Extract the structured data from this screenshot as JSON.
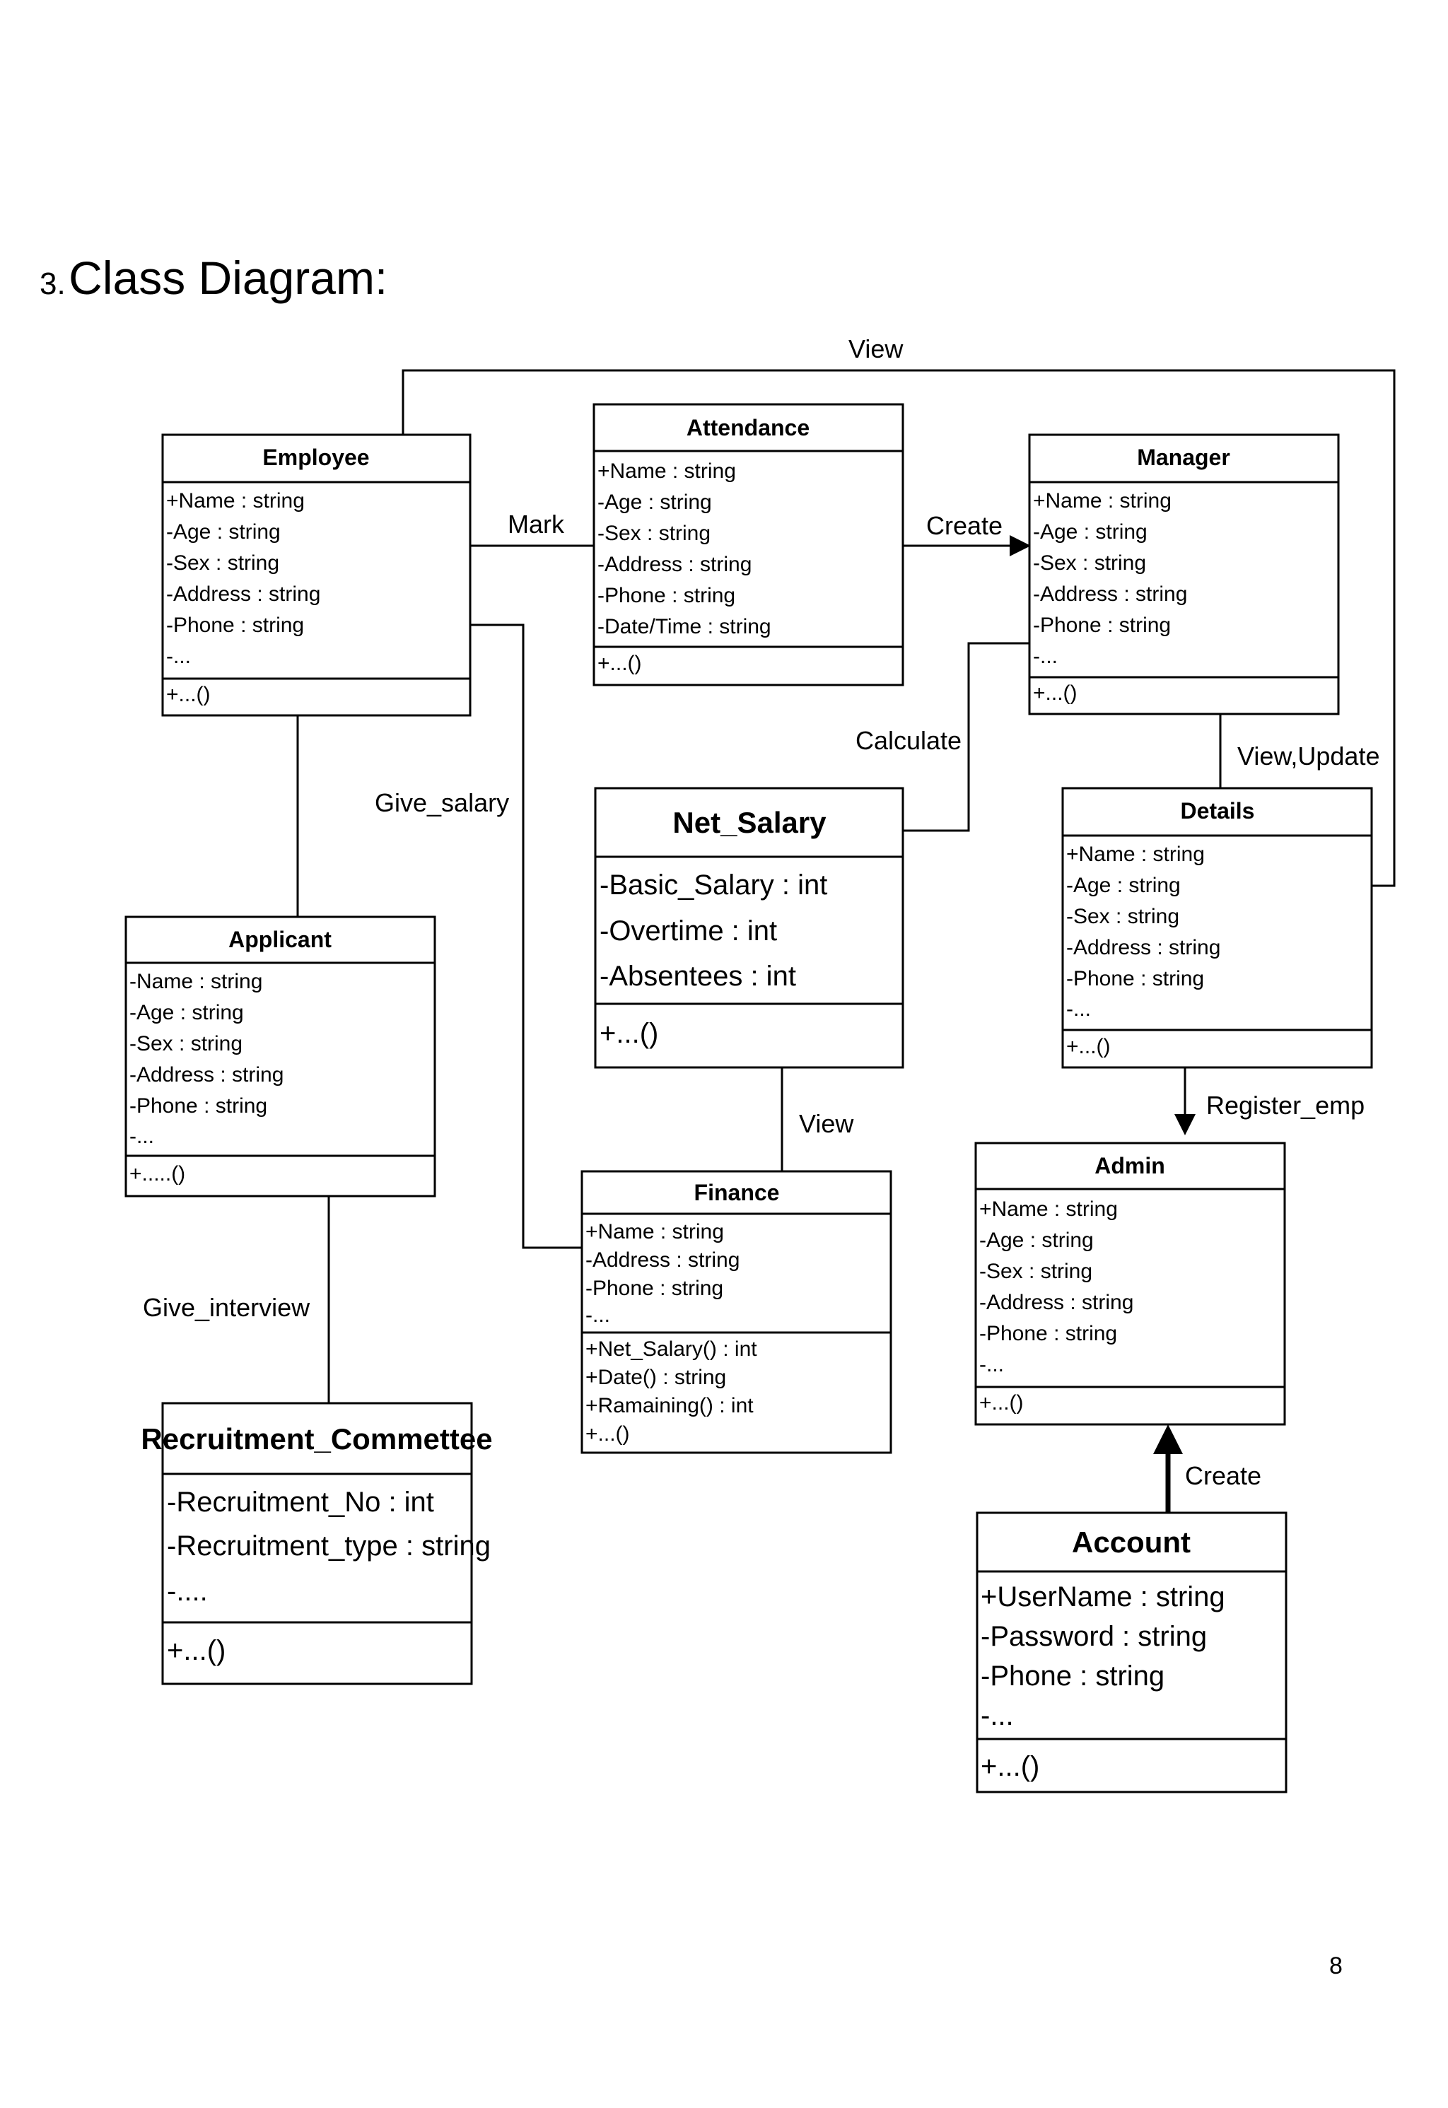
{
  "heading": {
    "number": "3.",
    "title": "Class Diagram:"
  },
  "page_number": "8",
  "classes": {
    "employee": {
      "name": "Employee",
      "attributes": [
        "+Name : string",
        "-Age : string",
        "-Sex : string",
        "-Address : string",
        "-Phone : string",
        "-..."
      ],
      "methods": [
        "+...()"
      ]
    },
    "attendance": {
      "name": "Attendance",
      "attributes": [
        "+Name : string",
        "-Age : string",
        "-Sex : string",
        "-Address : string",
        "-Phone : string",
        "-Date/Time : string"
      ],
      "methods": [
        "+...()"
      ]
    },
    "manager": {
      "name": "Manager",
      "attributes": [
        "+Name : string",
        "-Age : string",
        "-Sex : string",
        "-Address : string",
        "-Phone : string",
        "-..."
      ],
      "methods": [
        "+...()"
      ]
    },
    "net_salary": {
      "name": "Net_Salary",
      "attributes": [
        "-Basic_Salary : int",
        "-Overtime : int",
        "-Absentees : int"
      ],
      "methods": [
        "+...()"
      ]
    },
    "details": {
      "name": "Details",
      "attributes": [
        "+Name : string",
        "-Age : string",
        "-Sex : string",
        "-Address : string",
        "-Phone : string",
        "-..."
      ],
      "methods": [
        "+...()"
      ]
    },
    "applicant": {
      "name": "Applicant",
      "attributes": [
        "-Name : string",
        "-Age : string",
        "-Sex : string",
        "-Address : string",
        "-Phone : string",
        "-..."
      ],
      "methods": [
        "+.....()"
      ]
    },
    "finance": {
      "name": "Finance",
      "attributes": [
        "+Name : string",
        "-Address : string",
        "-Phone : string",
        "-..."
      ],
      "methods": [
        "+Net_Salary() : int",
        "+Date() : string",
        "+Ramaining() : int",
        "+...()"
      ]
    },
    "admin": {
      "name": "Admin",
      "attributes": [
        "+Name : string",
        "-Age : string",
        "-Sex : string",
        "-Address : string",
        "-Phone : string",
        "-..."
      ],
      "methods": [
        "+...()"
      ]
    },
    "recruitment": {
      "name": "Recruitment_Commettee",
      "attributes": [
        "-Recruitment_No : int",
        "-Recruitment_type : string",
        "-...."
      ],
      "methods": [
        "+...()"
      ]
    },
    "account": {
      "name": "Account",
      "attributes": [
        "+UserName : string",
        "-Password : string",
        "-Phone : string",
        "-..."
      ],
      "methods": [
        "+...()"
      ]
    }
  },
  "relations": {
    "view_top": "View",
    "mark": "Mark",
    "create_attendance": "Create",
    "calculate": "Calculate",
    "view_update": "View,Update",
    "give_salary": "Give_salary",
    "view_finance": "View",
    "register_emp": "Register_emp",
    "give_interview": "Give_interview",
    "create_account": "Create"
  }
}
